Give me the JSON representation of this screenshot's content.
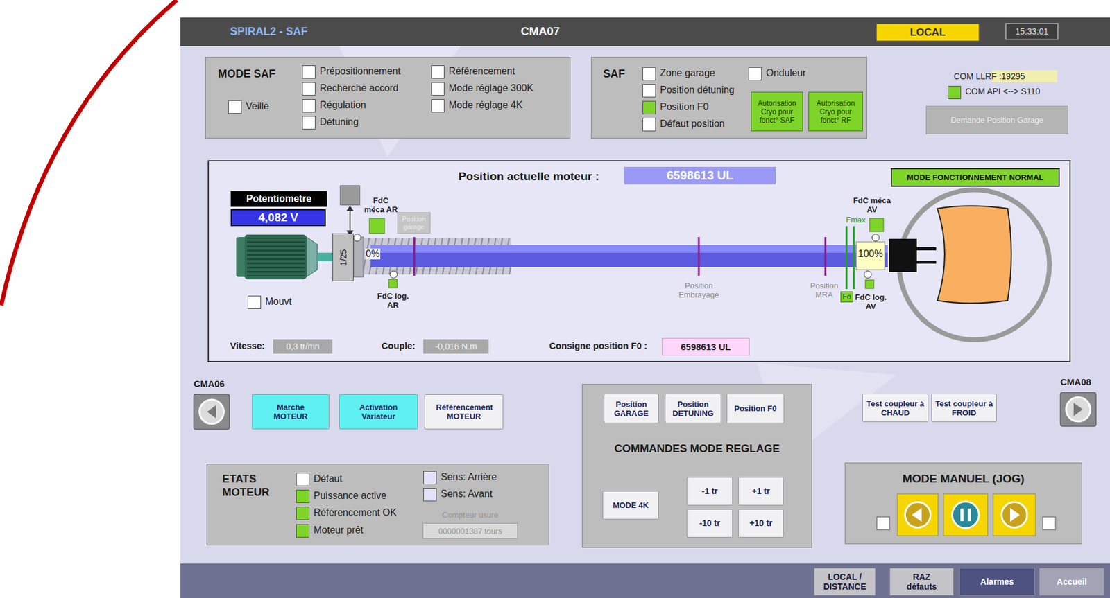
{
  "diagram": {
    "nodes": [
      {
        "text": [
          "LOCAL"
        ]
      },
      {
        "text": [
          "15:33:01"
        ]
      },
      {
        "text": [
          "MODE SAF"
        ]
      },
      {
        "text": [
          "SAF"
        ]
      },
      {
        "text": [
          "Autorisation Cryo pour fonct° SAF"
        ],
        "in": 3
      },
      {
        "text": [
          "Autorisation Cryo pour fonct° RF"
        ],
        "in": 3
      },
      {
        "text": [
          "Demande Position Garage"
        ]
      },
      {
        "text": [
          "Position actuelle moteur :"
        ]
      },
      {
        "text": [
          "6598613 UL"
        ],
        "in": 7
      },
      {
        "text": [
          "MODE FONCTIONNEMENT  NORMAL"
        ],
        "in": 7
      },
      {
        "text": [
          "Potentiometre"
        ],
        "in": 7
      },
      {
        "text": [
          "4,082 V"
        ],
        "in": 7
      },
      {
        "text": [
          "1/25"
        ],
        "in": 7
      },
      {
        "text": [
          "Position garage"
        ],
        "in": 7
      },
      {
        "text": [
          "Fo"
        ],
        "in": 7
      },
      {
        "text": [
          "0,3 tr/mn"
        ],
        "in": 7
      },
      {
        "text": [
          "-0,016 N.m"
        ],
        "in": 7
      },
      {
        "text": [
          "6598613 UL"
        ],
        "in": 7
      },
      {
        "text": [
          "CMA06"
        ]
      },
      {
        "text": [
          "Marche MOTEUR"
        ]
      },
      {
        "text": [
          "Activation Variateur"
        ]
      },
      {
        "text": [
          "Référencement MOTEUR"
        ]
      },
      {
        "text": [
          "ETATS MOTEUR"
        ]
      },
      {
        "text": [
          "Compteur usure",
          "0000001387 tours"
        ],
        "in": 22
      },
      {
        "text": [
          "COMMANDES MODE REGLAGE"
        ]
      },
      {
        "text": [
          "Position GARAGE"
        ],
        "in": 24
      },
      {
        "text": [
          "Position DETUNING"
        ],
        "in": 24
      },
      {
        "text": [
          "Position F0"
        ],
        "in": 24
      },
      {
        "text": [
          "MODE 4K"
        ],
        "in": 24
      },
      {
        "text": [
          "-1 tr"
        ],
        "in": 24
      },
      {
        "text": [
          "+1 tr"
        ],
        "in": 24
      },
      {
        "text": [
          "-10 tr"
        ],
        "in": 24
      },
      {
        "text": [
          "+10 tr"
        ],
        "in": 24
      },
      {
        "text": [
          "Test coupleur à CHAUD"
        ]
      },
      {
        "text": [
          "Test coupleur à FROID"
        ]
      },
      {
        "text": [
          "CMA08"
        ]
      },
      {
        "text": [
          "MODE MANUEL (JOG)"
        ]
      },
      {
        "text": [
          "LOCAL / DISTANCE"
        ]
      },
      {
        "text": [
          "RAZ défauts"
        ]
      },
      {
        "text": [
          "Alarmes"
        ]
      },
      {
        "text": [
          "Accueil"
        ]
      }
    ],
    "labels": [
      "SPIRAL2 - SAF",
      "CMA07",
      "Veille",
      "Prépositionnement",
      "Recherche accord",
      "Régulation",
      "Détuning",
      "Référencement",
      "Mode réglage 300K",
      "Mode réglage 4K",
      "Zone garage",
      "Position détuning",
      "Position F0",
      "Défaut position",
      "Onduleur",
      "COM LLRF :19295",
      "COM API <--> S110",
      "FdC méca AR",
      "0%",
      "Mouvt",
      "FdC log. AR",
      "Position Embrayage",
      "Position MRA",
      "FdC méca AV",
      "Fmax",
      "100%",
      "FdC log. AV",
      "Vitesse:",
      "Couple:",
      "Consigne position F0 :",
      "Défaut",
      "Puissance active",
      "Référencement OK",
      "Moteur prêt",
      "Sens: Arrière",
      "Sens: Avant"
    ]
  }
}
